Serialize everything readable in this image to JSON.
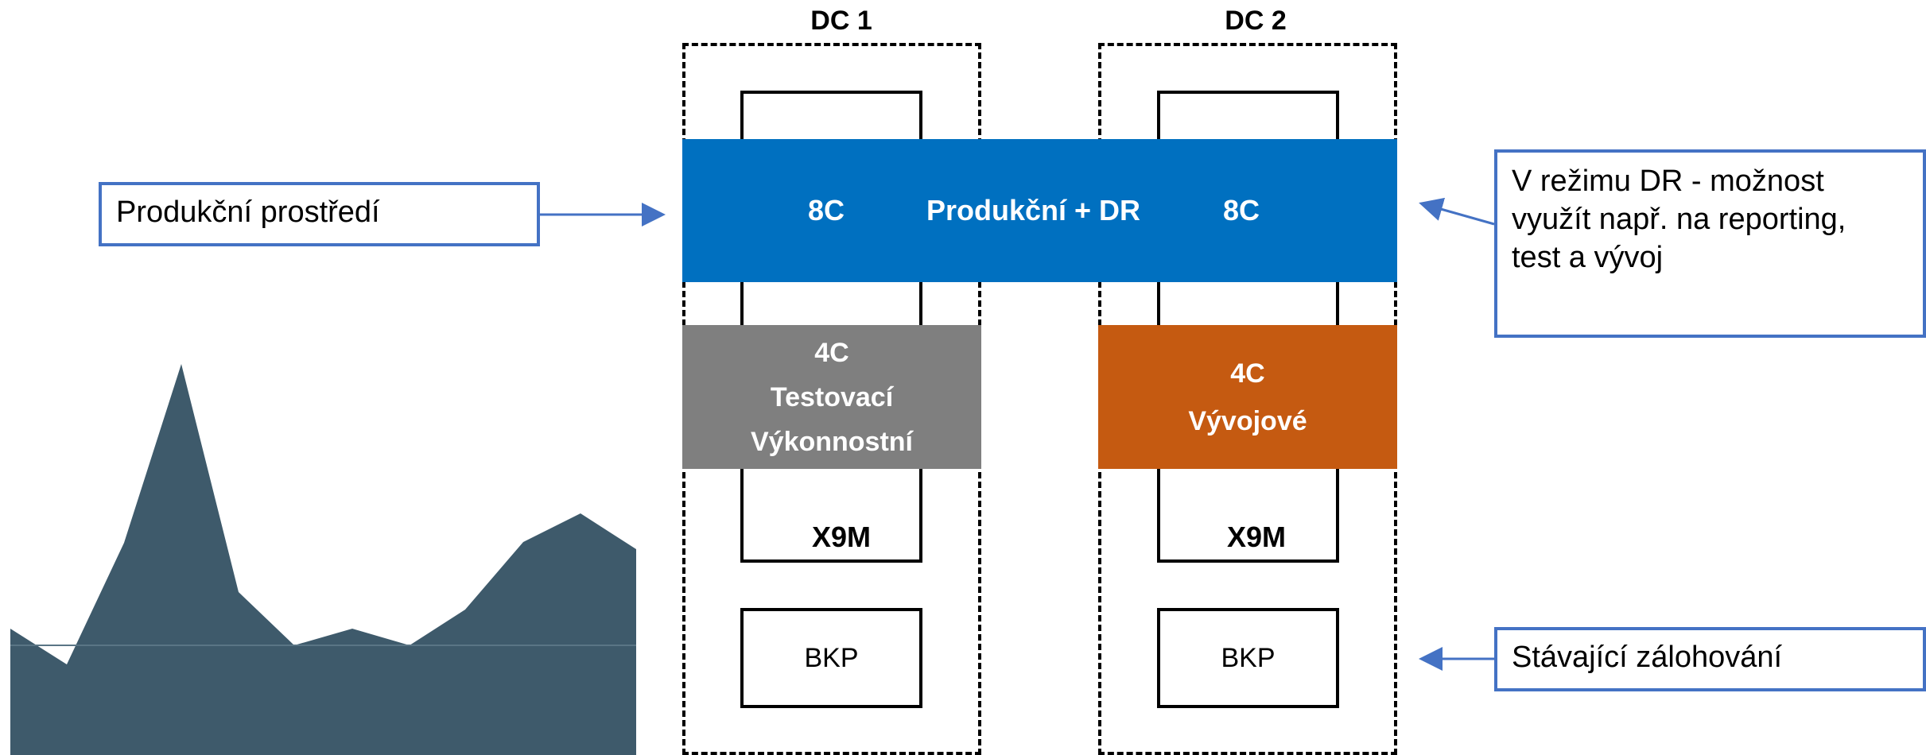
{
  "dc_titles": {
    "dc1": "DC 1",
    "dc2": "DC 2"
  },
  "band": {
    "left_label": "8C",
    "center_label": "Produkční + DR",
    "right_label": "8C"
  },
  "blocks": {
    "grey": {
      "line1": "4C",
      "line2": "Testovací",
      "line3": "Výkonnostní"
    },
    "orange": {
      "line1": "4C",
      "line2": "Vývojové"
    }
  },
  "server_labels": {
    "dc1_x9m": "X9M",
    "dc2_x9m": "X9M",
    "dc1_bkp": "BKP",
    "dc2_bkp": "BKP"
  },
  "callouts": {
    "production": "Produkční prostředí",
    "dr": [
      "V režimu DR - možnost",
      "využít např. na reporting,",
      "test a vývoj"
    ],
    "backup": "Stávající zálohování"
  },
  "colors": {
    "band_blue": "#0070c0",
    "grey_block": "#7f7f7f",
    "orange_block": "#c55a11",
    "callout_border": "#4472c4",
    "chart_fill": "#3e5a6b"
  },
  "icons": [
    "arrow-right-icon",
    "arrow-left-icon",
    "mountain-chart-graphic"
  ]
}
